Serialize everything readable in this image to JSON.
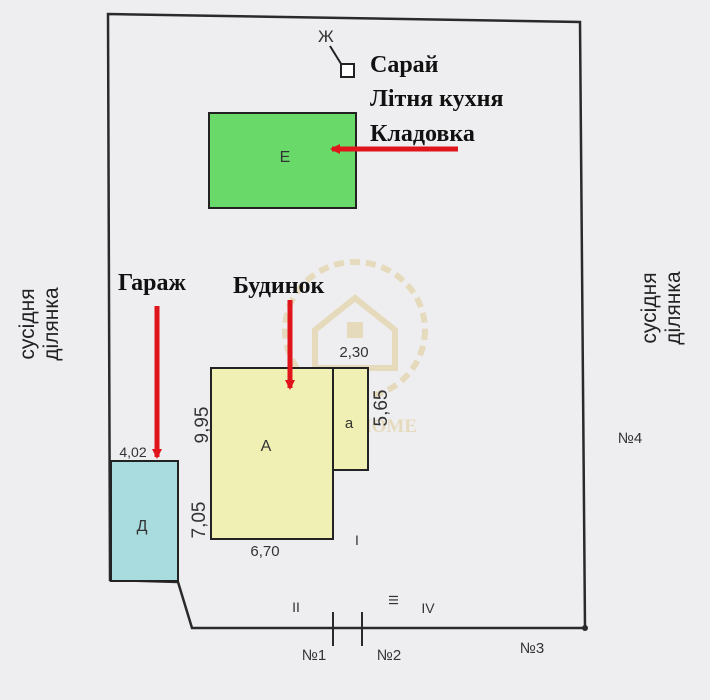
{
  "labels": {
    "outbuildings": [
      "Сарай",
      "Літня кухня",
      "Кладовка"
    ],
    "garage": "Гараж",
    "house": "Будинок",
    "neighbor_left": [
      "сусідня",
      "ділянка"
    ],
    "neighbor_right": [
      "сусідня",
      "ділянка"
    ]
  },
  "buildings": {
    "outbuilding": {
      "letter": "Е",
      "color": "#69d96a"
    },
    "main_house": {
      "letter": "А",
      "color": "#f0efb4"
    },
    "annex": {
      "letter": "а",
      "color": "#f0efb4"
    },
    "garage": {
      "letter": "Д",
      "color": "#a9dcdf"
    }
  },
  "dimensions": {
    "annex_width": "2,30",
    "annex_depth": "5,65",
    "house_depth": "9,95",
    "house_width": "6,70",
    "garage_width": "4,02",
    "garage_depth": "7,05"
  },
  "markers": {
    "well": "Ж",
    "corner_i": "I",
    "corner_ii": "II",
    "corner_iii": "III",
    "corner_iv": "IV"
  },
  "boundaries": {
    "n1": "№1",
    "n2": "№2",
    "n3": "№3",
    "n4": "№4"
  },
  "watermark": "IDEAL HOME",
  "colors": {
    "arrow": "#e0141b",
    "plot_border": "#2a2a2a"
  }
}
